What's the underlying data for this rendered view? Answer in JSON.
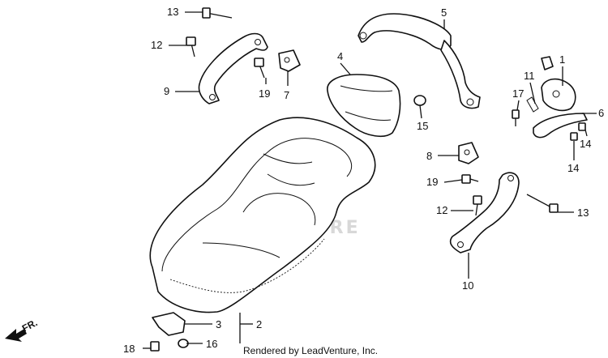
{
  "diagram": {
    "watermark": "LEADVENTURE",
    "direction_marker": "FR.",
    "credit": "Rendered by LeadVenture, Inc.",
    "callouts": {
      "c1": "1",
      "c2": "2",
      "c3": "3",
      "c4": "4",
      "c5": "5",
      "c6": "6",
      "c7": "7",
      "c8": "8",
      "c9": "9",
      "c10": "10",
      "c11": "11",
      "c12a": "12",
      "c12b": "12",
      "c13a": "13",
      "c13b": "13",
      "c14a": "14",
      "c14b": "14",
      "c15": "15",
      "c16": "16",
      "c17": "17",
      "c18": "18",
      "c19a": "19",
      "c19b": "19"
    }
  }
}
